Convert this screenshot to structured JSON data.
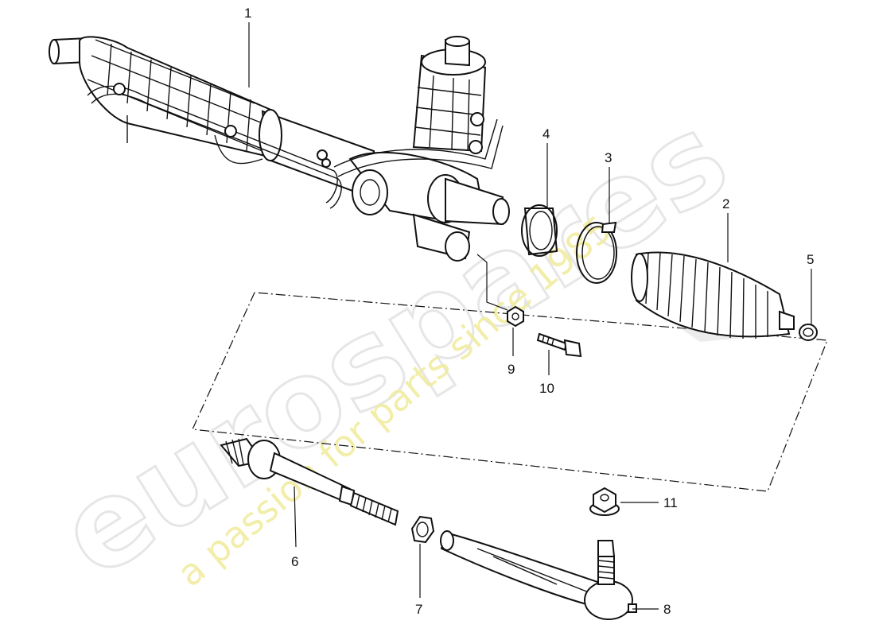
{
  "watermark": {
    "brand": "eurospares",
    "tagline": "a passion for parts since 1985",
    "brand_color": "#e6e6e6",
    "tagline_color": "#f0ec9c"
  },
  "callouts": [
    "1",
    "2",
    "3",
    "4",
    "5",
    "6",
    "7",
    "8",
    "9",
    "10",
    "11"
  ],
  "colors": {
    "line": "#111111",
    "background": "#ffffff"
  }
}
